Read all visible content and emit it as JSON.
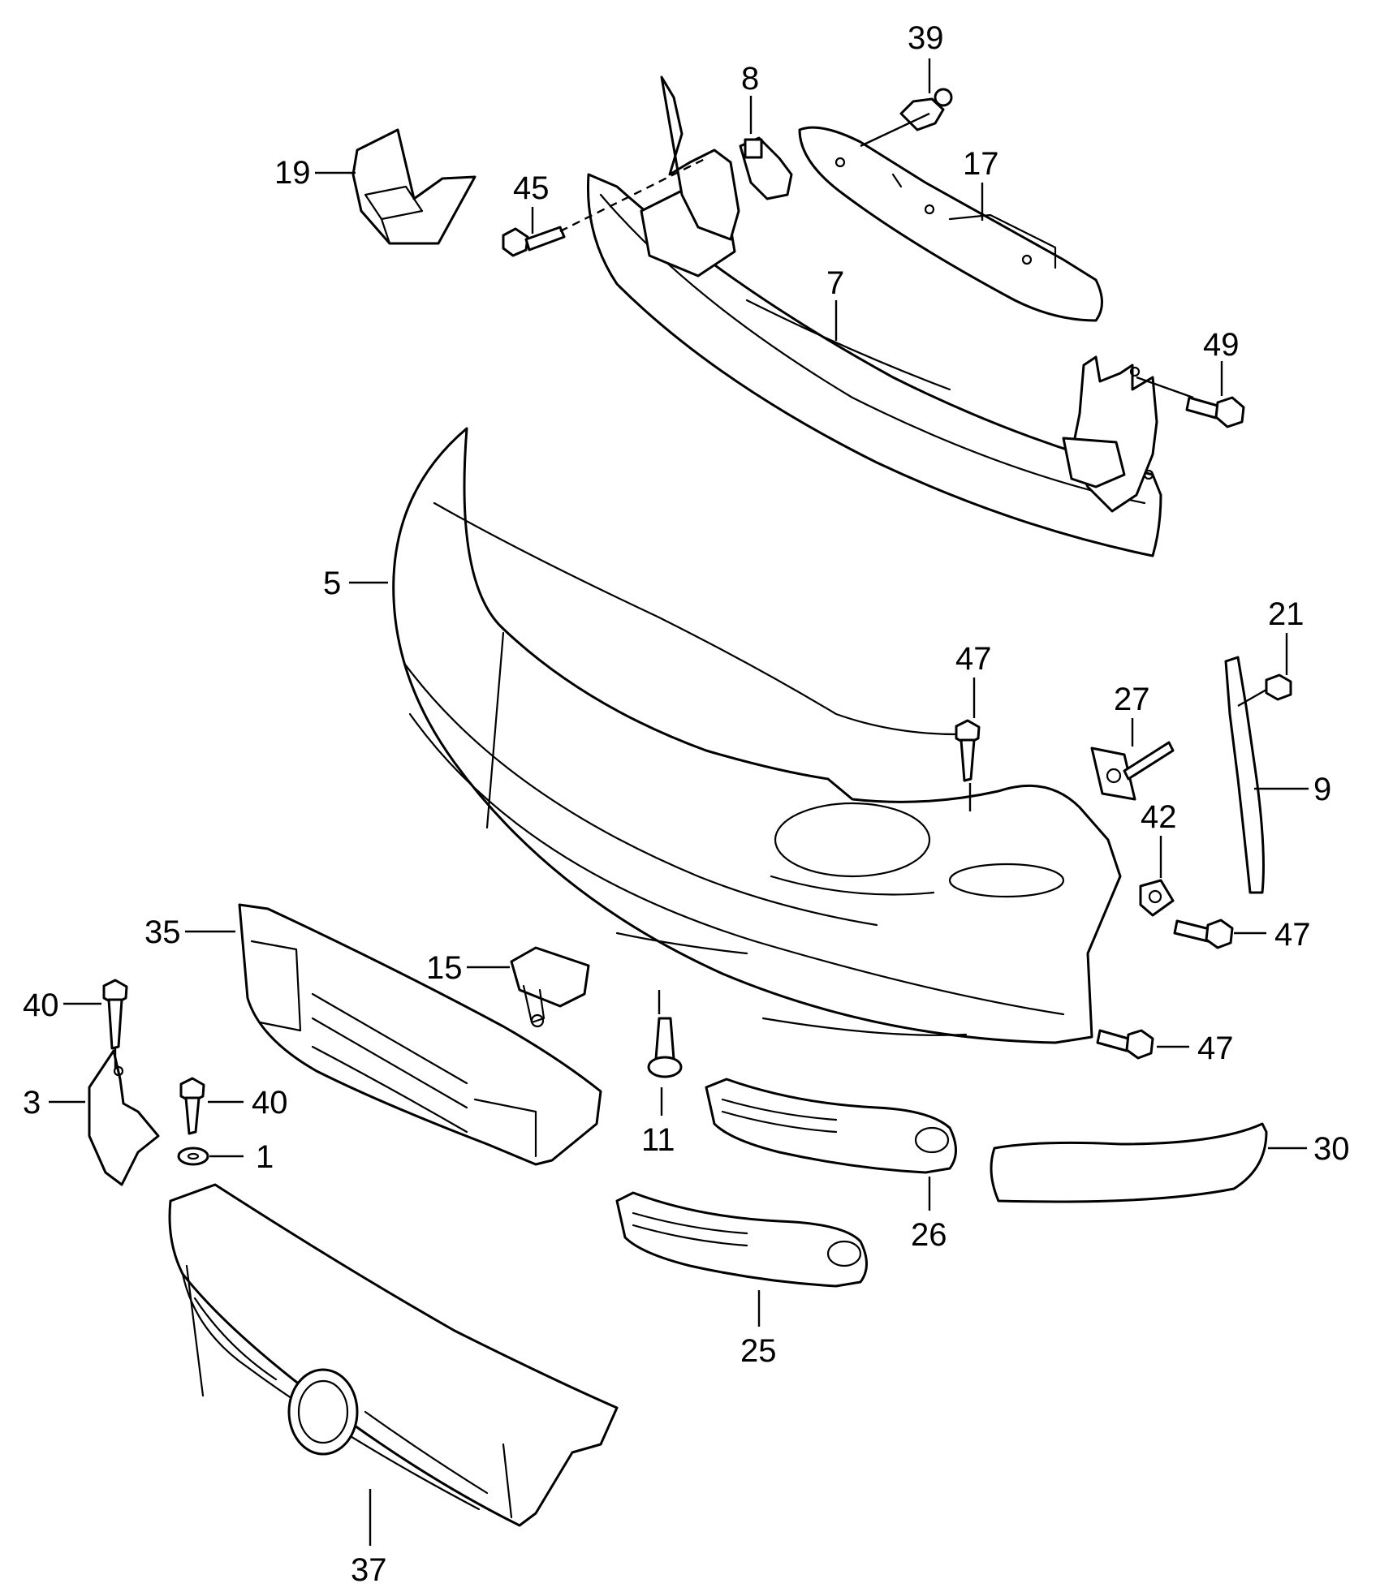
{
  "callouts": [
    {
      "id": "c39",
      "label": "39"
    },
    {
      "id": "c8",
      "label": "8"
    },
    {
      "id": "c19",
      "label": "19"
    },
    {
      "id": "c17",
      "label": "17"
    },
    {
      "id": "c45",
      "label": "45"
    },
    {
      "id": "c7",
      "label": "7"
    },
    {
      "id": "c49",
      "label": "49"
    },
    {
      "id": "c5",
      "label": "5"
    },
    {
      "id": "c21",
      "label": "21"
    },
    {
      "id": "c47a",
      "label": "47"
    },
    {
      "id": "c27",
      "label": "27"
    },
    {
      "id": "c9",
      "label": "9"
    },
    {
      "id": "c42",
      "label": "42"
    },
    {
      "id": "c47b",
      "label": "47"
    },
    {
      "id": "c35",
      "label": "35"
    },
    {
      "id": "c15",
      "label": "15"
    },
    {
      "id": "c40a",
      "label": "40"
    },
    {
      "id": "c47c",
      "label": "47"
    },
    {
      "id": "c3",
      "label": "3"
    },
    {
      "id": "c40b",
      "label": "40"
    },
    {
      "id": "c11",
      "label": "11"
    },
    {
      "id": "c1",
      "label": "1"
    },
    {
      "id": "c30",
      "label": "30"
    },
    {
      "id": "c26",
      "label": "26"
    },
    {
      "id": "c25",
      "label": "25"
    },
    {
      "id": "c37",
      "label": "37"
    }
  ]
}
